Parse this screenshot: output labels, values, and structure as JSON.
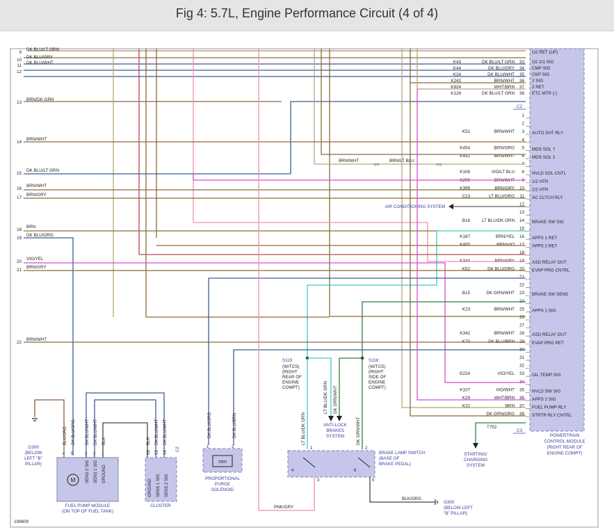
{
  "title": "Fig 4: 5.7L, Engine Performance Circuit (4 of 4)",
  "diagram_id": "199609",
  "pcm": {
    "title_lines": [
      "POWERTRAIN",
      "CONTROL MODULE",
      "(RIGHT REAR OF",
      "ENGINE COMPT)"
    ],
    "connector_c2": "C2",
    "connector_c3": "C3"
  },
  "left_numbers": [
    "9",
    "10",
    "11",
    "12",
    "13",
    "14",
    "15",
    "16",
    "17",
    "18",
    "19",
    "20",
    "21",
    "22"
  ],
  "left_wires": [
    {
      "n": "9",
      "label": "DK BLU/LT GRN"
    },
    {
      "n": "10",
      "label": "DK BLU/GRY"
    },
    {
      "n": "11",
      "label": "DK BLU/WHT"
    },
    {
      "n": "13",
      "label": "BRN/DK GRN"
    },
    {
      "n": "14",
      "label": "BRN/WHT"
    },
    {
      "n": "15",
      "label": "DK BLU/LT GRN"
    },
    {
      "n": "16",
      "label": "BRN/WHT"
    },
    {
      "n": "17",
      "label": "BRN/GRY"
    },
    {
      "n": "18",
      "label": "BRN"
    },
    {
      "n": "19",
      "label": "DK BLU/ORG"
    },
    {
      "n": "20",
      "label": "VIO/YEL"
    },
    {
      "n": "21",
      "label": "BRN/GRY"
    },
    {
      "n": "22",
      "label": "BRN/WHT"
    }
  ],
  "pins_c2": [
    {
      "pin": "33",
      "circuit": "K43",
      "color": "DK BLU/LT GRN",
      "signal": "O2 2/1 SIG"
    },
    {
      "pin": "34",
      "circuit": "K44",
      "color": "DK BLU/GRY",
      "signal": "CMP SIG"
    },
    {
      "pin": "35",
      "circuit": "K24",
      "color": "DK BLU/WHT",
      "signal": "CKP SIG"
    },
    {
      "pin": "36",
      "circuit": "K242",
      "color": "BRN/WHT",
      "signal": "2 SIG"
    },
    {
      "pin": "37",
      "circuit": "K924",
      "color": "WHT/BRN",
      "signal": "2 RET"
    },
    {
      "pin": "38",
      "circuit": "K126",
      "color": "DK BLU/LT GRN",
      "signal": "ETC MTR (-)"
    }
  ],
  "pins_c3": [
    {
      "pin": "1",
      "circuit": "",
      "color": "",
      "signal": ""
    },
    {
      "pin": "2",
      "circuit": "",
      "color": "",
      "signal": ""
    },
    {
      "pin": "3",
      "circuit": "K51",
      "color": "BRN/WHT",
      "signal": "AUTO SHT RLY"
    },
    {
      "pin": "4",
      "circuit": "",
      "color": "",
      "signal": ""
    },
    {
      "pin": "5",
      "circuit": "K454",
      "color": "BRN/ORG",
      "signal": "MDS SOL 7"
    },
    {
      "pin": "6",
      "circuit": "K451",
      "color": "BRN/WHT",
      "signal": "MDS SOL 1"
    },
    {
      "pin": "7",
      "circuit": "",
      "color": "",
      "signal": ""
    },
    {
      "pin": "8",
      "circuit": "K106",
      "color": "VIO/LT BLU",
      "signal": "NVLD SOL CNTL"
    },
    {
      "pin": "9",
      "circuit": "K299",
      "color": "BRN/WHT",
      "signal": "1/2 HTR"
    },
    {
      "pin": "10",
      "circuit": "K399",
      "color": "BRN/GRY",
      "signal": "2/2 HTR"
    },
    {
      "pin": "11",
      "circuit": "C13",
      "color": "LT BLU/ORG",
      "signal": "AC CLTCH RLY"
    },
    {
      "pin": "12",
      "circuit": "",
      "color": "",
      "signal": ""
    },
    {
      "pin": "13",
      "circuit": "",
      "color": "",
      "signal": ""
    },
    {
      "pin": "14",
      "circuit": "B16",
      "color": "LT BLU/DK GRN",
      "signal": "BRAKE SW SIG"
    },
    {
      "pin": "15",
      "circuit": "",
      "color": "",
      "signal": ""
    },
    {
      "pin": "16",
      "circuit": "K167",
      "color": "BRN/YEL",
      "signal": "APPS 1 RET"
    },
    {
      "pin": "17",
      "circuit": "K400",
      "color": "BRN/VIO",
      "signal": "APPS 2 RET"
    },
    {
      "pin": "18",
      "circuit": "",
      "color": "",
      "signal": ""
    },
    {
      "pin": "19",
      "circuit": "K344",
      "color": "BRN/GRY",
      "signal": "ASD RELAY OUT"
    },
    {
      "pin": "20",
      "circuit": "K52",
      "color": "DK BLU/ORG",
      "signal": "EVAP PRG CNTRL"
    },
    {
      "pin": "21",
      "circuit": "",
      "color": "",
      "signal": ""
    },
    {
      "pin": "22",
      "circuit": "",
      "color": "",
      "signal": ""
    },
    {
      "pin": "23",
      "circuit": "B15",
      "color": "DK GRN/WHT",
      "signal": "BRAKE SW SENS"
    },
    {
      "pin": "24",
      "circuit": "",
      "color": "",
      "signal": ""
    },
    {
      "pin": "25",
      "circuit": "K23",
      "color": "BRN/WHT",
      "signal": "APPS 1 SIG"
    },
    {
      "pin": "26",
      "circuit": "",
      "color": "",
      "signal": ""
    },
    {
      "pin": "27",
      "circuit": "",
      "color": "",
      "signal": ""
    },
    {
      "pin": "28",
      "circuit": "K342",
      "color": "BRN/WHT",
      "signal": "ASD RELAY OUT"
    },
    {
      "pin": "29",
      "circuit": "K70",
      "color": "DK BLU/BRN",
      "signal": "EVAP PRG RET"
    },
    {
      "pin": "30",
      "circuit": "",
      "color": "",
      "signal": ""
    },
    {
      "pin": "31",
      "circuit": "",
      "color": "",
      "signal": ""
    },
    {
      "pin": "32",
      "circuit": "",
      "color": "",
      "signal": ""
    },
    {
      "pin": "33",
      "circuit": "G224",
      "color": "VIO/YEL",
      "signal": "OIL TEMP SIG"
    },
    {
      "pin": "34",
      "circuit": "",
      "color": "",
      "signal": ""
    },
    {
      "pin": "35",
      "circuit": "K107",
      "color": "VIO/WHT",
      "signal": "NVLD SW SIG"
    },
    {
      "pin": "36",
      "circuit": "K29",
      "color": "WHT/BRN",
      "signal": "APPS 2 SIG"
    },
    {
      "pin": "37",
      "circuit": "K31",
      "color": "BRN",
      "signal": "FUEL PUMP RLY"
    },
    {
      "pin": "38",
      "circuit": "",
      "color": "DK GRN/ORG",
      "signal": "STRTR RLY CNTRL"
    }
  ],
  "top_signals": {
    "o2_ret": "O2 RET (UP)"
  },
  "ac_system": "AIR CONDITIONING SYSTEM",
  "mds_splice": {
    "left": "BRN/WHT",
    "right": "BRN/LT BLU"
  },
  "t752": "T752",
  "splices": [
    {
      "id": "S119",
      "lines": [
        "(W/TCS)",
        "(RIGHT",
        "REAR OF",
        "ENGINE",
        "COMPT)"
      ]
    },
    {
      "id": "S118",
      "lines": [
        "(W/TCS)",
        "(RIGHT",
        "SIDE OF",
        "ENGINE",
        "COMPT)"
      ]
    }
  ],
  "abs": {
    "lines": [
      "ANTI-LOCK",
      "BRAKES",
      "SYSTEM"
    ],
    "wire1": "LT BLU/DK GRN",
    "wire2": "DK GRN/WHT"
  },
  "brake_switch": {
    "lines": [
      "BRAKE LAMP SWITCH",
      "(BASE OF",
      "BRAKE PEDAL)"
    ],
    "wire_left": "LT BLU/DK GRN",
    "wire_right": "DK GRN/WHT",
    "pin_4": "4",
    "pin_1": "1",
    "pin_2": "2",
    "pin_3": "3",
    "pin_6": "6",
    "pin_5": "5"
  },
  "charging": {
    "lines": [
      "STARTING/",
      "CHARGING",
      "SYSTEM"
    ]
  },
  "fuel_pump": {
    "lines": [
      "FUEL PUMP MODULE",
      "(ON TOP OF FUEL TANK)"
    ],
    "pins": [
      "4",
      "5",
      "3",
      "2",
      "1"
    ],
    "sigs": [
      "SENS 2 SIG",
      "SENS 1 SIG",
      "GROUND"
    ],
    "wires": [
      "BLK/ORG",
      "DK BLU/ORG",
      "DK BLU/WHT",
      "DK BLU/WHT",
      "BLK"
    ],
    "motor": "M"
  },
  "cluster": {
    "label": "CLUSTER",
    "pins": [
      "16",
      "15",
      "14"
    ],
    "sigs": [
      "GROUND",
      "SENS 1 SIG",
      "SENS 2 SIG"
    ],
    "wires": [
      "BLK",
      "DK BLU/WHT",
      "DK BLU/WHT"
    ],
    "conn": "C2"
  },
  "purge": {
    "lines": [
      "PROPORTIONAL",
      "PURGE",
      "SOLENOID"
    ],
    "pins": [
      "1",
      "2"
    ],
    "wires": [
      "DK BLU/ORG",
      "DK BLU/BRN"
    ]
  },
  "ground_g300_left": {
    "lines": [
      "G300",
      "(BELOW",
      "LEFT \"B\"",
      "PILLAR)"
    ]
  },
  "ground_g300_right": {
    "lines": [
      "G300",
      "(BELOW LEFT",
      "\"B\" PILLAR)"
    ],
    "wire": "BLK/ORG"
  },
  "pnk_gry": "PNK/GRY",
  "colors": {
    "brn": "#8b6b3a",
    "tan": "#b9a57a",
    "dkblu": "#3c5a96",
    "pnk": "#ee8fb0",
    "vio": "#d34fd3",
    "cyan": "#3fc9c0",
    "dkgrn": "#2f7f3f",
    "red": "#b84a4a",
    "pcm": "#c6c6ea",
    "blk": "#444"
  }
}
